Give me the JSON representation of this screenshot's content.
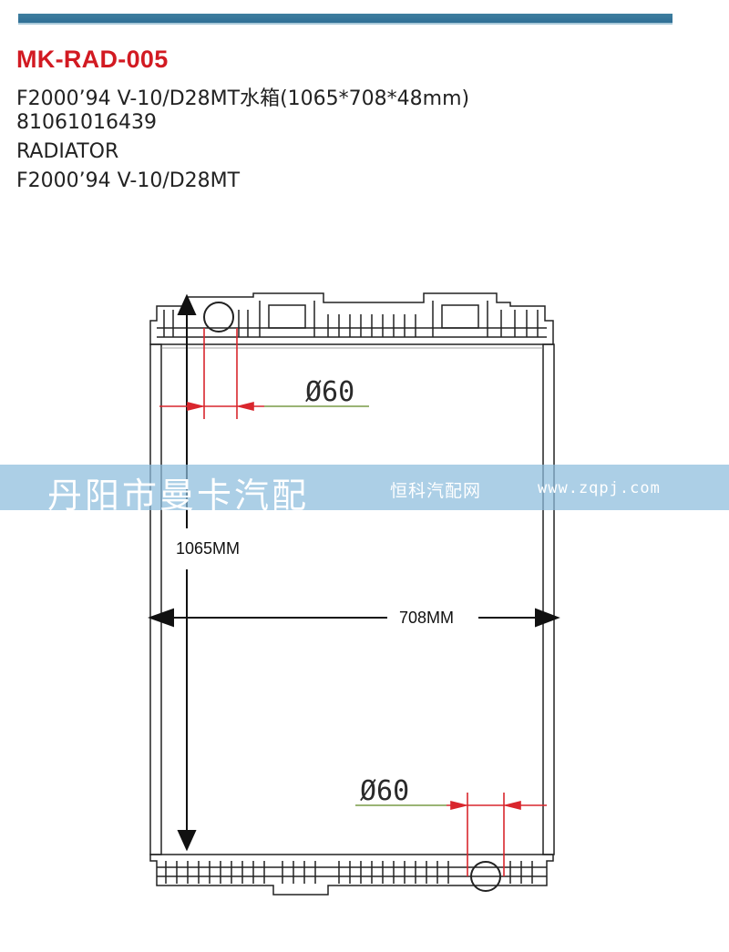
{
  "product": {
    "code": "MK-RAD-005",
    "lines": [
      "F2000’94 V-10/D28MT水箱(1065*708*48mm)",
      "81061016439",
      "RADIATOR",
      "F2000’94 V-10/D28MT"
    ]
  },
  "drawing": {
    "height_label": "1065MM",
    "width_label": "708MM",
    "top_pipe_label": "Ø60",
    "bottom_pipe_label": "Ø60"
  },
  "watermark": {
    "company": "丹阳市曼卡汽配",
    "site": "恒科汽配网",
    "url": "www.zqpj.com"
  },
  "colors": {
    "title": "#d21a22",
    "dimension": "#d9262d",
    "bar": "#3f7fa0"
  }
}
